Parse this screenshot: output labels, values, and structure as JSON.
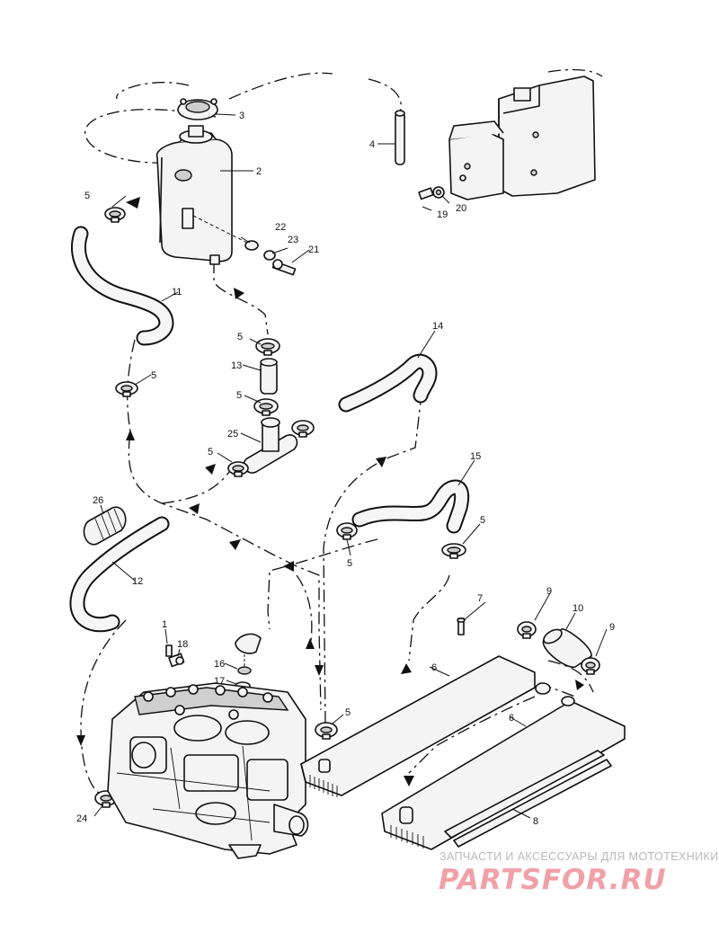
{
  "callouts": [
    "1",
    "2",
    "3",
    "4",
    "5",
    "6",
    "7",
    "8",
    "9",
    "10",
    "11",
    "12",
    "13",
    "14",
    "15",
    "16",
    "17",
    "18",
    "19",
    "20",
    "21",
    "22",
    "23",
    "24",
    "25",
    "26"
  ],
  "watermark": {
    "caption": "ЗАПЧАСТИ И АКСЕССУАРЫ ДЛЯ МОТОТЕХНИКИ",
    "brand": "PARTSFOR.RU",
    "color": "#f0a1a8"
  },
  "icons": [
    "coolant-reservoir",
    "radiator",
    "engine-block",
    "hose-clamp",
    "thermostat-housing",
    "bracket-bolt"
  ]
}
